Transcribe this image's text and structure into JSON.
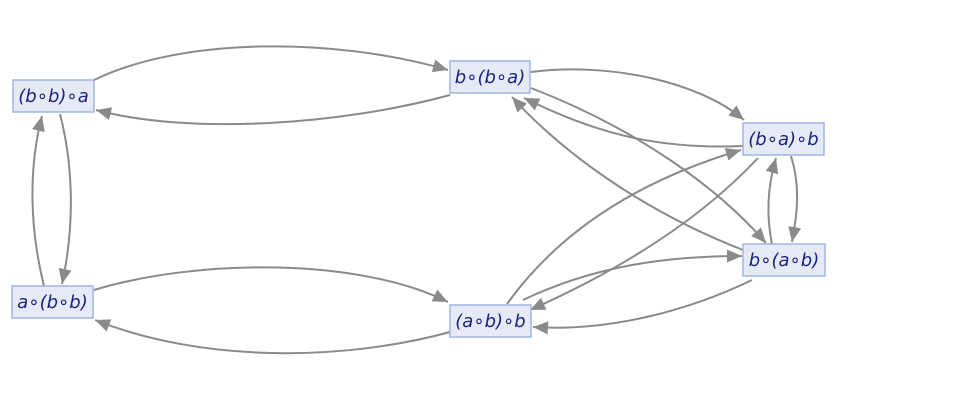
{
  "graph": {
    "nodes": [
      {
        "id": "n1",
        "label": "(b∘b)∘a"
      },
      {
        "id": "n2",
        "label": "b∘(b∘a)"
      },
      {
        "id": "n3",
        "label": "(b∘a)∘b"
      },
      {
        "id": "n4",
        "label": "b∘(a∘b)"
      },
      {
        "id": "n5",
        "label": "a∘(b∘b)"
      },
      {
        "id": "n6",
        "label": "(a∘b)∘b"
      }
    ],
    "edges": [
      {
        "from": "n1",
        "to": "n2"
      },
      {
        "from": "n2",
        "to": "n1"
      },
      {
        "from": "n1",
        "to": "n5"
      },
      {
        "from": "n5",
        "to": "n1"
      },
      {
        "from": "n5",
        "to": "n6"
      },
      {
        "from": "n6",
        "to": "n5"
      },
      {
        "from": "n2",
        "to": "n3"
      },
      {
        "from": "n3",
        "to": "n2"
      },
      {
        "from": "n2",
        "to": "n4"
      },
      {
        "from": "n4",
        "to": "n2"
      },
      {
        "from": "n3",
        "to": "n4"
      },
      {
        "from": "n4",
        "to": "n3"
      },
      {
        "from": "n6",
        "to": "n3"
      },
      {
        "from": "n3",
        "to": "n6"
      },
      {
        "from": "n6",
        "to": "n4"
      },
      {
        "from": "n4",
        "to": "n6"
      }
    ]
  },
  "colors": {
    "node_fill": "#e6eaf7",
    "node_stroke": "#9cb0df",
    "label": "#1a237e",
    "edge": "#8a8a8a"
  }
}
